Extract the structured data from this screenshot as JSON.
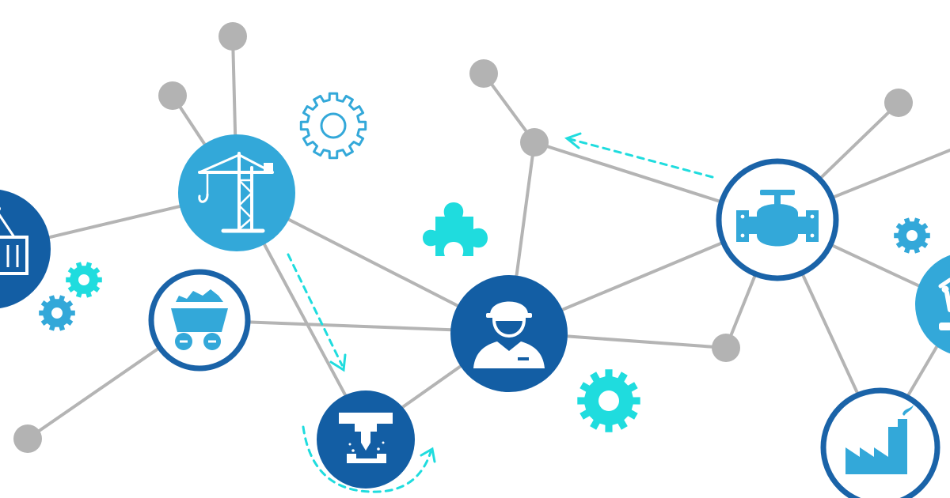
{
  "colors": {
    "background": "#ffffff",
    "edge": "#b4b4b4",
    "gray_node": "#b3b3b3",
    "dark_blue": "#135ea4",
    "light_blue": "#33a8d9",
    "ring_blue": "#1a63a8",
    "cyan": "#1fdcde",
    "icon_white": "#ffffff"
  },
  "nodes": [
    {
      "id": "container",
      "icon": "shipping-container-icon",
      "style": "dark-filled"
    },
    {
      "id": "crane",
      "icon": "tower-crane-icon",
      "style": "light-filled"
    },
    {
      "id": "mine-cart",
      "icon": "mine-cart-icon",
      "style": "ring"
    },
    {
      "id": "press",
      "icon": "hydraulic-press-icon",
      "style": "dark-filled"
    },
    {
      "id": "worker",
      "icon": "construction-worker-icon",
      "style": "dark-filled"
    },
    {
      "id": "valve",
      "icon": "pipe-valve-icon",
      "style": "ring"
    },
    {
      "id": "robot-arm",
      "icon": "robot-arm-icon",
      "style": "light-filled"
    },
    {
      "id": "factory",
      "icon": "factory-icon",
      "style": "ring"
    }
  ],
  "decorations": [
    "gear-icon",
    "gear-icon",
    "gear-icon",
    "gear-icon",
    "gear-icon",
    "puzzle-piece-icon"
  ],
  "flow_arrows": [
    "dashed-arrow-icon",
    "dashed-arrow-icon",
    "dashed-arrow-icon"
  ]
}
